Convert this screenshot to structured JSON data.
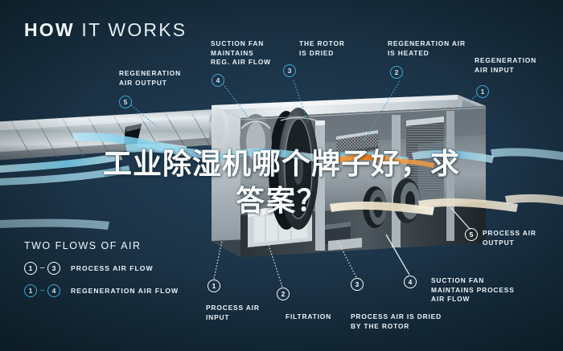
{
  "header": {
    "title_bold": "HOW",
    "title_light": "IT WORKS"
  },
  "colors": {
    "background_dark": "#0c202c",
    "background_mid": "#1b3245",
    "accent_blue": "#3fa9d4",
    "text_white": "#eaf3f8",
    "process_air_arrow": "#7fd4ef",
    "regeneration_air_arrow": "#e8852a",
    "duct_metal": "#b9c3c8"
  },
  "callouts": [
    {
      "id": "regeneration-air-output",
      "number": "5",
      "label": "REGENERATION\nAIR OUTPUT",
      "style": "blue"
    },
    {
      "id": "suction-fan-reg",
      "number": "4",
      "label": "SUCTION FAN\nMAINTAINS\nREG. AIR FLOW",
      "style": "blue"
    },
    {
      "id": "rotor-is-dried",
      "number": "3",
      "label": "THE ROTOR\nIS DRIED",
      "style": "blue"
    },
    {
      "id": "regeneration-air-heated",
      "number": "2",
      "label": "REGENERATION AIR\nIS HEATED",
      "style": "blue"
    },
    {
      "id": "regeneration-air-input",
      "number": "1",
      "label": "REGENERATION\nAIR INPUT",
      "style": "blue"
    },
    {
      "id": "process-air-input",
      "number": "1",
      "label": "PROCESS AIR\nINPUT",
      "style": "white"
    },
    {
      "id": "filtration",
      "number": "2",
      "label": "FILTRATION",
      "style": "white"
    },
    {
      "id": "process-air-dried",
      "number": "3",
      "label": "PROCESS AIR IS DRIED\nBY THE ROTOR",
      "style": "white"
    },
    {
      "id": "suction-fan-process",
      "number": "4",
      "label": "SUCTION FAN\nMAINTAINS PROCESS\nAIR FLOW",
      "style": "white"
    },
    {
      "id": "process-air-output",
      "number": "5",
      "label": "PROCESS AIR\nOUTPUT",
      "style": "white"
    }
  ],
  "legend": {
    "title": "TWO FLOWS OF AIR",
    "rows": [
      {
        "from": "1",
        "dash": "–",
        "to": "3",
        "label": "PROCESS AIR FLOW",
        "style": "white"
      },
      {
        "from": "1",
        "dash": "–",
        "to": "4",
        "label": "REGENERATION AIR FLOW",
        "style": "blue"
      }
    ]
  },
  "watermark": {
    "line1": "工业除湿机哪个牌子好，求",
    "line2": "答案？"
  }
}
